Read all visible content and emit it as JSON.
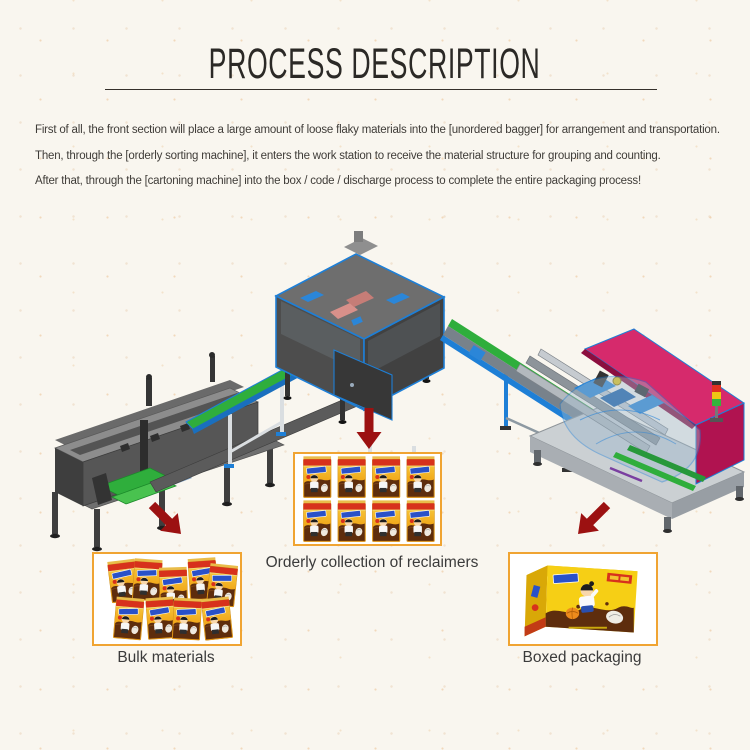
{
  "page": {
    "background": "#f9f6ef"
  },
  "header": {
    "title": "PROCESS DESCRIPTION"
  },
  "description": {
    "lines": [
      "First of all, the front section will place a large amount of loose flaky materials into the [unordered bagger] for arrangement and transportation.",
      "Then, through the [orderly sorting machine], it enters the work station to receive the material structure for grouping and counting.",
      "After that, through the [cartoning machine] into the box / code / discharge process to complete the entire packaging process!"
    ]
  },
  "diagram": {
    "machines": [
      {
        "id": "unordered-bagger"
      },
      {
        "id": "orderly-sorting-machine"
      },
      {
        "id": "cartoning-machine"
      }
    ],
    "signal_tower_colors": [
      "#e03020",
      "#efc414",
      "#35b43c"
    ]
  },
  "stages": [
    {
      "label": "Bulk materials",
      "bag_count": 9
    },
    {
      "label": "Orderly collection of reclaimers",
      "bag_rows": 2,
      "bag_cols": 4
    },
    {
      "label": "Boxed packaging",
      "box_count": 1
    }
  ],
  "colors": {
    "arrow": "#9c1111",
    "stage_border": "#f0a432",
    "frame_blue": "#1e7fd6",
    "belt_green": "#2fae3c",
    "hood_magenta": "#d62a6c",
    "title_text": "#2b2926",
    "body_text": "#3f3c38",
    "caption_text": "#3b3b3b"
  }
}
